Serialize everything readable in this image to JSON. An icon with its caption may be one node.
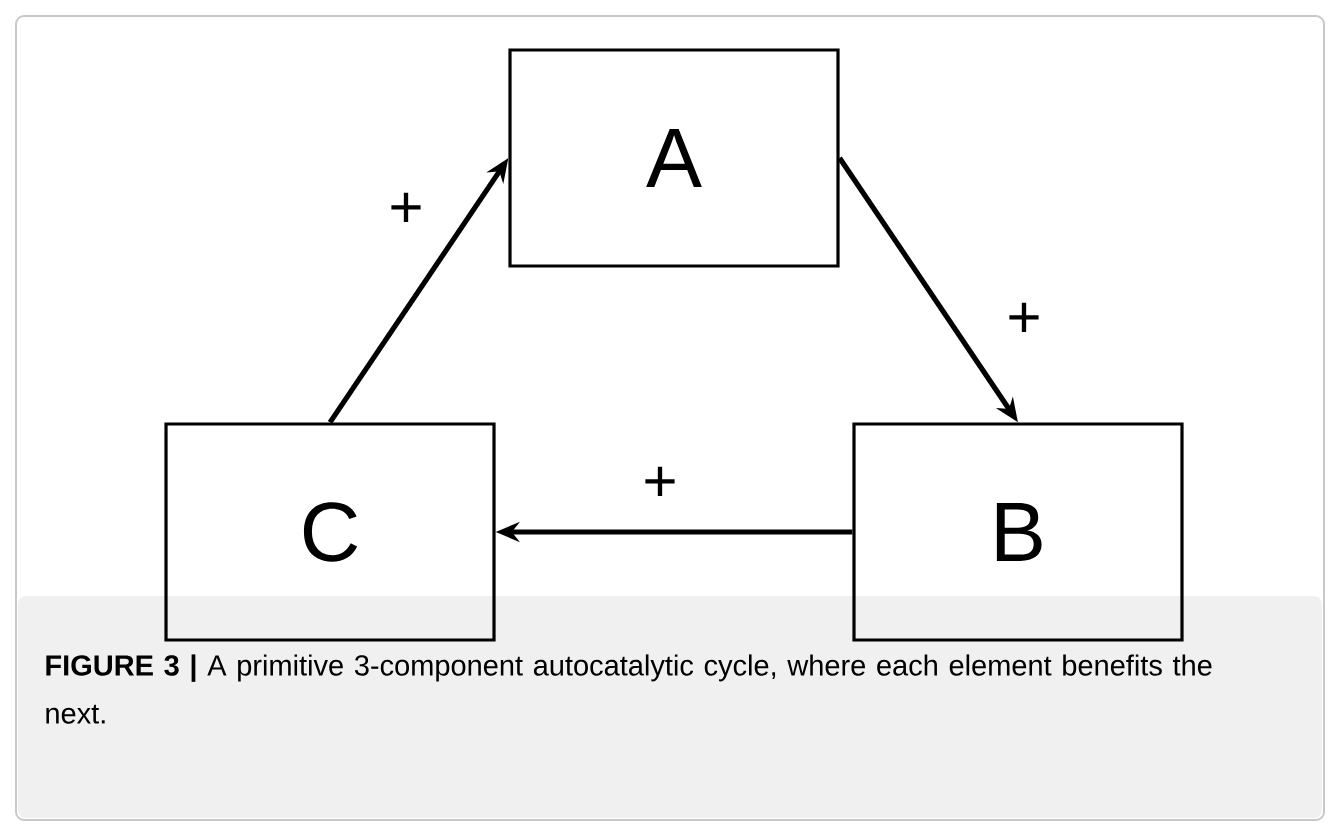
{
  "diagram": {
    "caption": "**FIGURE 3 |** A primitive 3-component autocatalytic cycle, where each element benefits the next.",
    "nodes": [
      {
        "text": [
          "A"
        ]
      },
      {
        "text": [
          "B"
        ]
      },
      {
        "text": [
          "C"
        ]
      }
    ],
    "edges": [
      {
        "from": 2,
        "to": 0,
        "arrow": "to",
        "label": "+"
      },
      {
        "from": 0,
        "to": 1,
        "arrow": "to",
        "label": "+"
      },
      {
        "from": 1,
        "to": 2,
        "arrow": "to",
        "label": "+"
      }
    ]
  }
}
